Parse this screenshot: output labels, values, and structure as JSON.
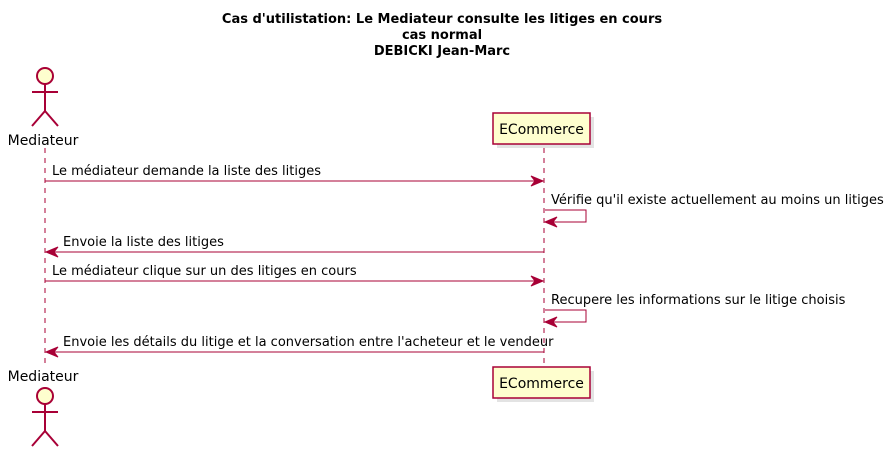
{
  "title": {
    "lines": [
      "Cas d'utilistation: Le Mediateur consulte les litiges en cours",
      "cas normal",
      "DEBICKI Jean-Marc"
    ]
  },
  "colors": {
    "line": "#A80036",
    "fill": "#FEFECE"
  },
  "participants": {
    "actor": {
      "name": "Mediateur",
      "kind": "actor"
    },
    "system": {
      "name": "ECommerce",
      "kind": "participant"
    }
  },
  "messages": [
    {
      "from": "actor",
      "to": "system",
      "text": "Le médiateur demande la liste des litiges"
    },
    {
      "from": "system",
      "to": "system",
      "text": "Vérifie qu'il existe actuellement au moins un litiges"
    },
    {
      "from": "system",
      "to": "actor",
      "text": "Envoie la liste des litiges"
    },
    {
      "from": "actor",
      "to": "system",
      "text": "Le médiateur clique sur un des litiges en cours"
    },
    {
      "from": "system",
      "to": "system",
      "text": "Recupere les informations sur le litige choisis"
    },
    {
      "from": "system",
      "to": "actor",
      "text": "Envoie les détails du litige et la conversation entre l'acheteur et le vendeur"
    }
  ]
}
